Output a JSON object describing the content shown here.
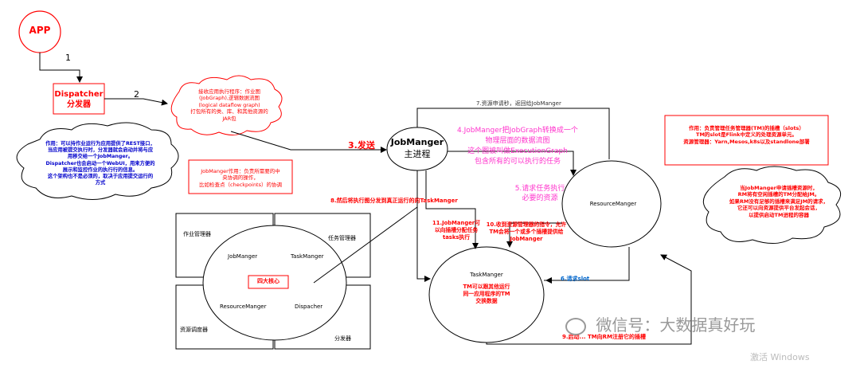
{
  "app": "APP",
  "dispatcher": {
    "line1": "Dispatcher",
    "line2": "分发器"
  },
  "edges": {
    "e1": "1",
    "e2": "2",
    "e3": "3.发送",
    "e5": "5.请求任务执行\n必要的资源",
    "e6": "6.请求slot",
    "e7": "7.资源申请秒，返回给JobManger",
    "e8": "8.然后将执行图分发到真正运行的的TaskManger",
    "e9": "9.启动... TM向RM注册它的插槽",
    "e10": "10.收到资源管理器的指令，允许\nTM会将一个或多个插槽提供给\nJobManger",
    "e11": "11.JobManger可\n以向插槽分配任务\ntasks执行"
  },
  "cloud_submit": "接收应用执行程序：作业图\n(JobGraph),逻辑数据流图\n(logical dataflow graph)\n打包所有的类、库、和其他资源的\nJAR包",
  "cloud_dispatcher_note": "作用：可以持作业运行为应用提供了REST接口，\n当应用被提交执行时，分发器就会启动并将与应\n用移交给一个JobManger。\nDispatcher也会启动一个WebUI，用来方便的\n展示和监控作业的执行行的信息。\n这个架构也不是必须的，取决于应用提交运行的\n方式",
  "jobmanager": {
    "line1": "JobManger",
    "line2": "主进程"
  },
  "jm_transform": "4.JobManger把JobGraph转换成一个\n物理层面的数据流图\n这个图被叫做ExecutionGraph\n包含所有的可以执行的任务",
  "jm_role": "JobManger作用：负责所需要的中\n央协调的操作，\n比如检查点（checkpoints）的协调",
  "resourcemanager": "ResourceManger",
  "rm_role": "作用：负责管理任务管理器(TM)的插槽（slots）\nTM的slot是Flink中定义的处理资源单元。\n资源管理器：Yarn,Mesos,k8s以及standlone部署",
  "cloud_rm_note": "当JobManger申请插槽资源时，\nRM将有空闲插槽的TM分配给JM。\n如果RM没有足够的插槽来满足JM的请求，\n它还可以向资源提供平台发起会话，\n以提供启动TM进程的容器",
  "taskmanager": "TaskManger",
  "tm_note": "TM可以跟其他运行\n同一应用程序的TM\n交换数据",
  "core": {
    "title": "四大核心",
    "jobmanger": "JobManger",
    "taskmanger": "TaskManger",
    "resourcemanger": "ResourceManger",
    "dispatcher": "Dispacher",
    "q_jm": "作业管理器",
    "q_tm": "任务管理器",
    "q_rm": "资源调度器",
    "q_dp": "分发器"
  },
  "watermark": "微信号：大数据真好玩",
  "activate": "激活 Windows"
}
